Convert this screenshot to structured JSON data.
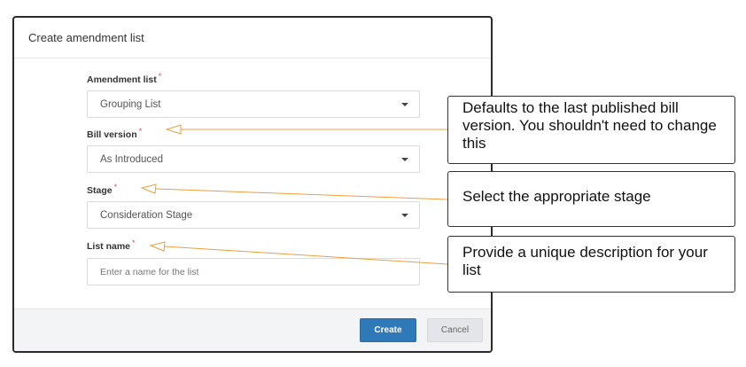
{
  "modal": {
    "title": "Create amendment list",
    "fields": {
      "amendment_list": {
        "label": "Amendment list",
        "required_mark": "*",
        "value": "Grouping List"
      },
      "bill_version": {
        "label": "Bill version",
        "required_mark": "*",
        "value": "As Introduced"
      },
      "stage": {
        "label": "Stage",
        "required_mark": "*",
        "value": "Consideration Stage"
      },
      "list_name": {
        "label": "List name",
        "required_mark": "*",
        "value": "",
        "placeholder": "Enter a name for the list"
      }
    },
    "footer": {
      "create_label": "Create",
      "cancel_label": "Cancel"
    }
  },
  "callouts": {
    "bill_version": "Defaults to the last published bill version. You shouldn't need to change this",
    "stage": "Select the appropriate stage",
    "list_name": "Provide a unique description for your list"
  },
  "colors": {
    "primary_button": "#2f79b9",
    "required_mark": "#d9534f",
    "callout_line": "#e8a040"
  }
}
